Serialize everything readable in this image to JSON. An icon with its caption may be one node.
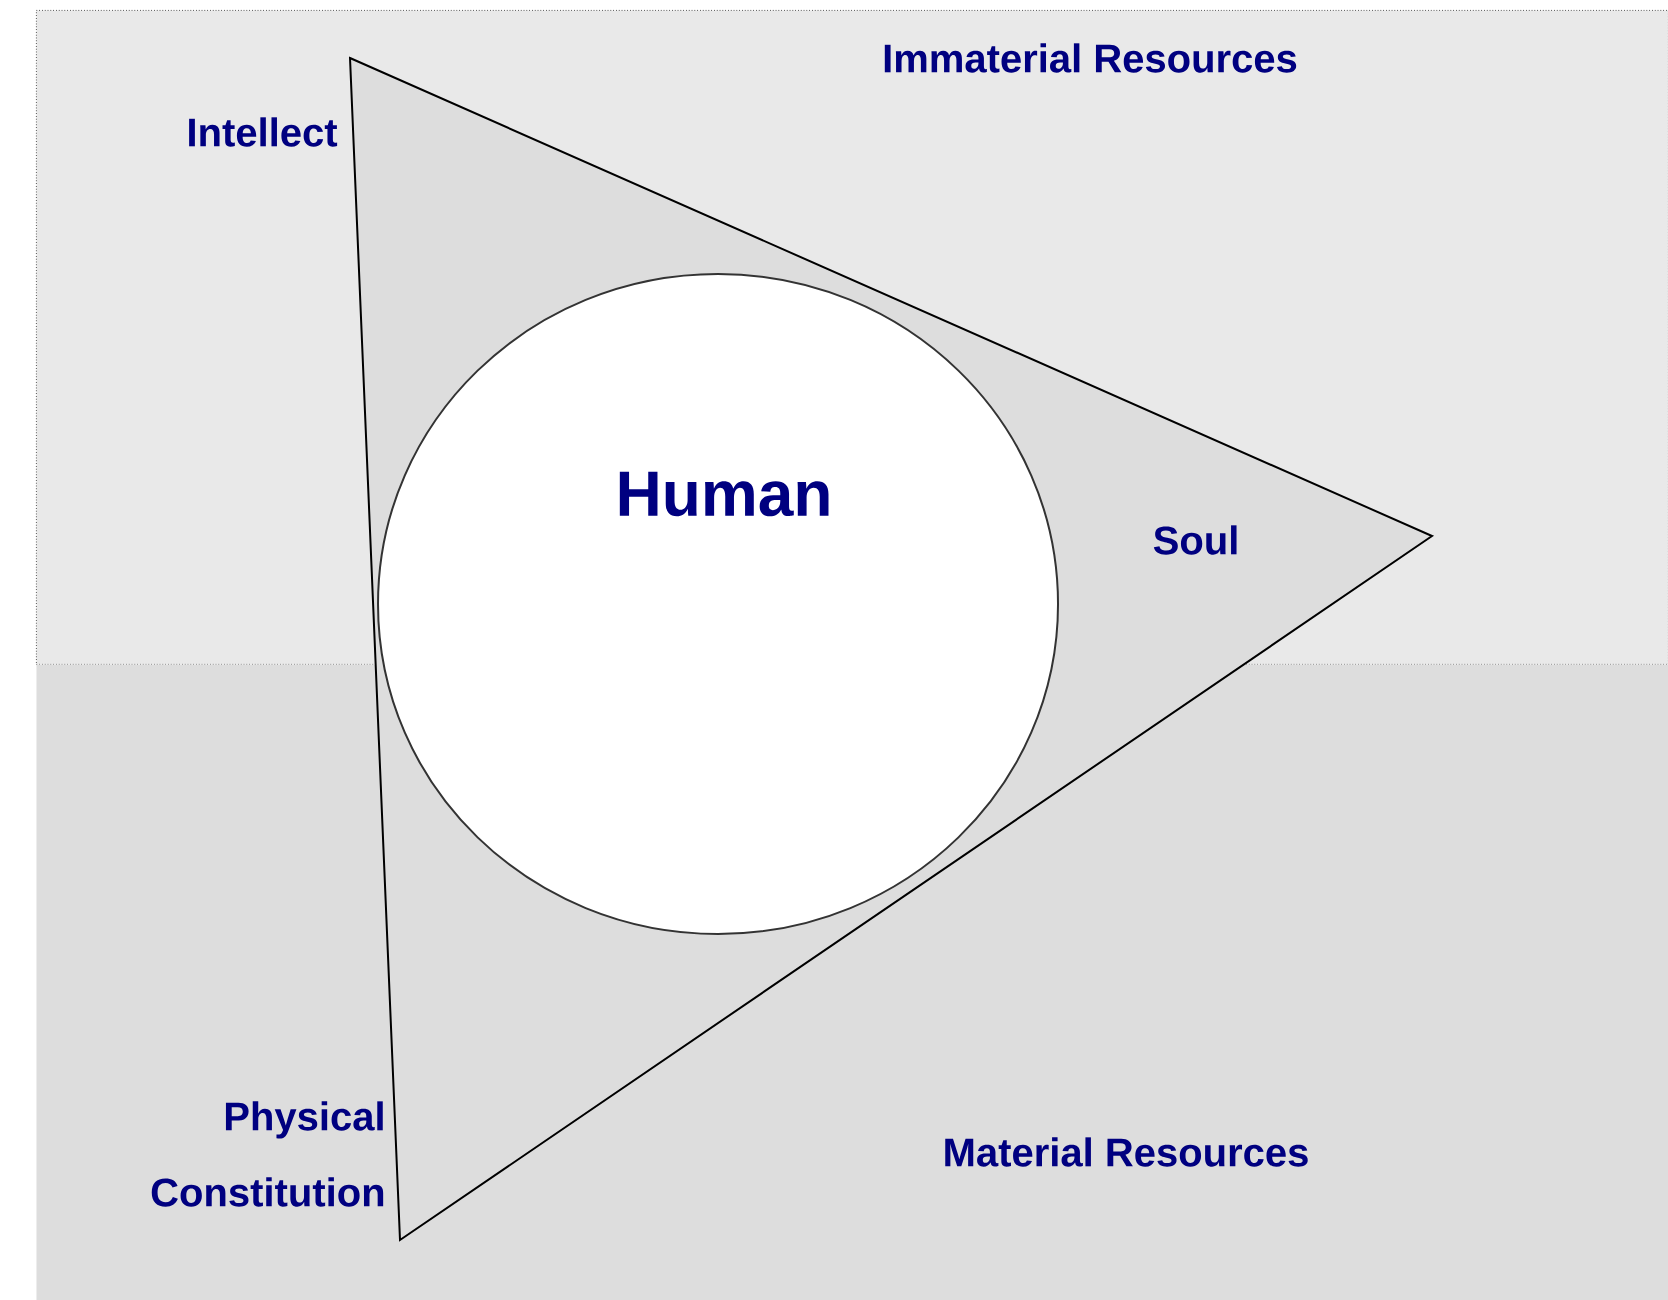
{
  "diagram": {
    "nodes": [
      {
        "text": [
          "Immaterial Resources"
        ]
      },
      {
        "text": [
          "Material Resources"
        ]
      },
      {
        "text": [],
        "shape": "triangle"
      },
      {
        "text": [
          "Human"
        ],
        "in": 2
      },
      {
        "text": [
          "Intellect"
        ],
        "in": 0
      },
      {
        "text": [
          "Soul"
        ]
      },
      {
        "text": [
          "Physical Constitution"
        ],
        "in": 1
      }
    ]
  }
}
